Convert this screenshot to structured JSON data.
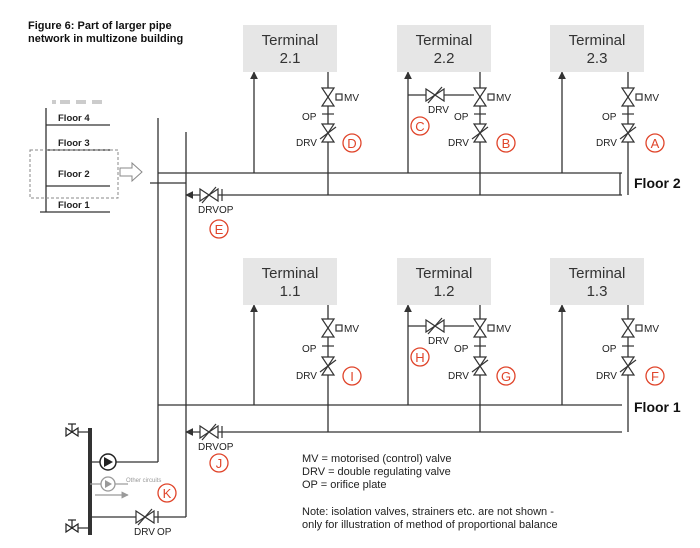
{
  "figure": {
    "title_line1": "Figure 6: Part of larger pipe",
    "title_line2": "network in multizone building"
  },
  "building": {
    "floors": [
      "Floor 4",
      "Floor 3",
      "Floor 2",
      "Floor 1"
    ]
  },
  "terminals": [
    {
      "id": "t21",
      "line1": "Terminal",
      "line2": "2.1"
    },
    {
      "id": "t22",
      "line1": "Terminal",
      "line2": "2.2"
    },
    {
      "id": "t23",
      "line1": "Terminal",
      "line2": "2.3"
    },
    {
      "id": "t11",
      "line1": "Terminal",
      "line2": "1.1"
    },
    {
      "id": "t12",
      "line1": "Terminal",
      "line2": "1.2"
    },
    {
      "id": "t13",
      "line1": "Terminal",
      "line2": "1.3"
    }
  ],
  "labels": {
    "mv": "MV",
    "op": "OP",
    "drv": "DRV",
    "floor2": "Floor 2",
    "floor1": "Floor 1",
    "other_circuits": "Other circuits"
  },
  "tags": [
    "A",
    "B",
    "C",
    "D",
    "E",
    "F",
    "G",
    "H",
    "I",
    "J",
    "K"
  ],
  "legend": {
    "line1": "MV = motorised (control) valve",
    "line2": "DRV = double regulating valve",
    "line3": "OP = orifice plate",
    "note1": "Note: isolation valves, strainers etc. are not shown -",
    "note2": "only for illustration of method of proportional balance"
  },
  "colors": {
    "tag": "#e0452b",
    "terminal_fill": "#e6e6e6",
    "pipe": "#333333",
    "muted": "#9a9a9a"
  }
}
